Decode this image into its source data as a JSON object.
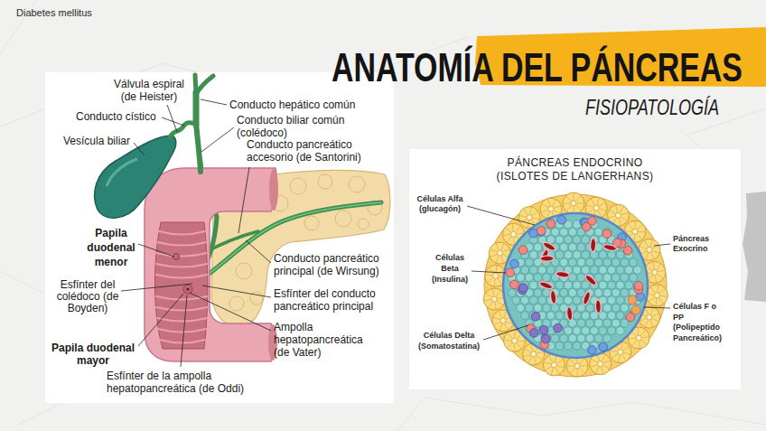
{
  "diagram": {
    "title": "ANATOMÍA DEL PÁNCREAS",
    "nodes": [
      {
        "text": [
          "PÁNCREAS ENDOCRINO (ISLOTES DE LANGERHANS)"
        ]
      }
    ],
    "labels": [
      "Diabetes mellitus",
      "FISIOPATOLOGÍA",
      "Válvula espiral (de Heister)",
      "Conducto hepático común",
      "Conducto cístico",
      "Conducto biliar común (colédoco)",
      "Vesícula biliar",
      "Conducto pancreático accesorio (de Santorini)",
      "Papila duodenal menor",
      "Conducto pancreático principal (de Wirsung)",
      "Esfínter del colédoco (de Boyden)",
      "Esfínter del conducto pancreático principal",
      "Ampolla hepatopancreática (de Vater)",
      "Papila duodenal mayor",
      "Esfínter de la ampolla hepatopancreática (de Oddi)",
      "Células Alfa (glucagón)",
      "Células Beta (Insulina)",
      "Células Delta (Somatostatina)",
      "Páncreas Exocrino",
      "Células F o PP (Polipeptido Pancreático)"
    ]
  }
}
